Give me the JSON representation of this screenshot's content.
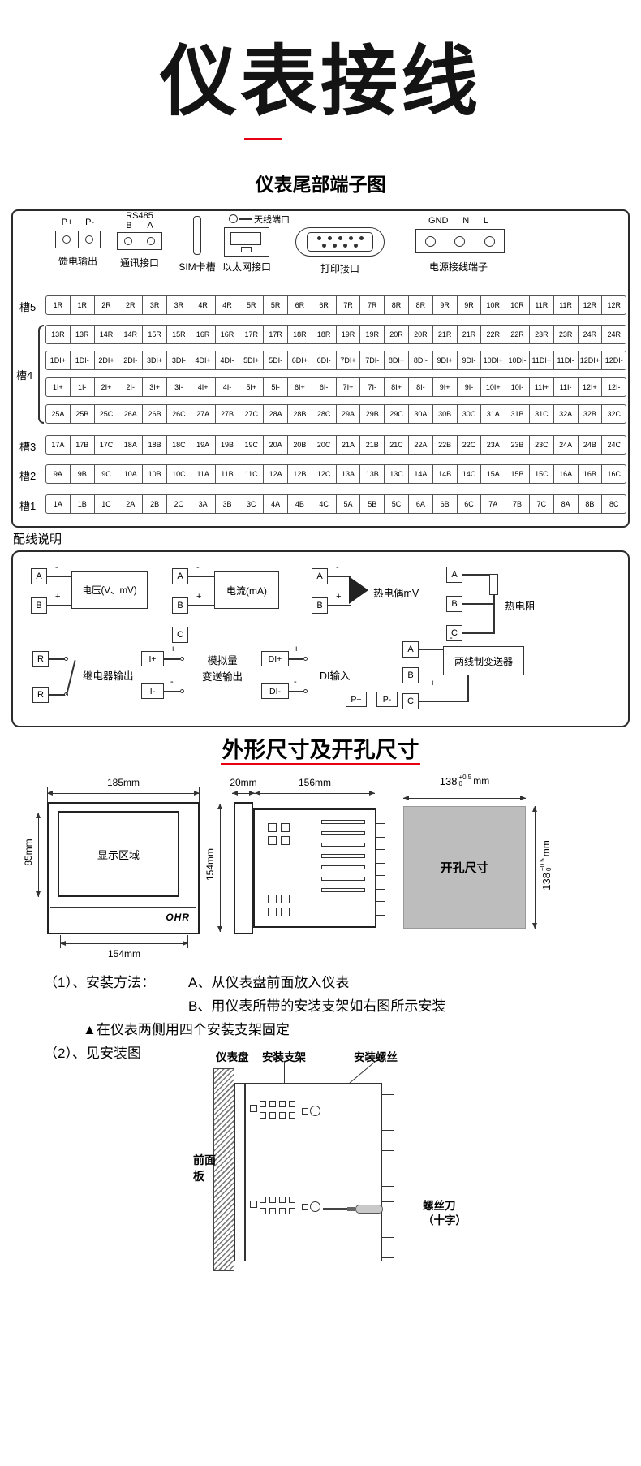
{
  "page": {
    "title": "仪表接线",
    "terminal_section_title": "仪表尾部端子图",
    "wiring_section_label": "配线说明",
    "dimensions_section_title": "外形尺寸及开孔尺寸"
  },
  "colors": {
    "accent_red": "#e60012"
  },
  "connectors": {
    "feed": {
      "pin1": "P+",
      "pin2": "P-",
      "label": "馈电输出"
    },
    "comm": {
      "title": "RS485",
      "pin1": "B",
      "pin2": "A",
      "label": "通讯接口"
    },
    "sim": {
      "label": "SIM卡槽"
    },
    "ethernet": {
      "antenna_label": "天线端口",
      "label": "以太网接口"
    },
    "printer": {
      "label": "打印接口"
    },
    "power": {
      "pin1": "GND",
      "pin2": "N",
      "pin3": "L",
      "label": "电源接线端子"
    }
  },
  "slots": {
    "labels": [
      "槽5",
      "槽4",
      "槽3",
      "槽2",
      "槽1"
    ]
  },
  "terminal_rows": [
    {
      "cells": [
        "1R",
        "1R",
        "2R",
        "2R",
        "3R",
        "3R",
        "4R",
        "4R",
        "5R",
        "5R",
        "6R",
        "6R",
        "7R",
        "7R",
        "8R",
        "8R",
        "9R",
        "9R",
        "10R",
        "10R",
        "11R",
        "11R",
        "12R",
        "12R"
      ]
    },
    {
      "cells": [
        "13R",
        "13R",
        "14R",
        "14R",
        "15R",
        "15R",
        "16R",
        "16R",
        "17R",
        "17R",
        "18R",
        "18R",
        "19R",
        "19R",
        "20R",
        "20R",
        "21R",
        "21R",
        "22R",
        "22R",
        "23R",
        "23R",
        "24R",
        "24R"
      ]
    },
    {
      "cells": [
        "1DI+",
        "1DI-",
        "2DI+",
        "2DI-",
        "3DI+",
        "3DI-",
        "4DI+",
        "4DI-",
        "5DI+",
        "5DI-",
        "6DI+",
        "6DI-",
        "7DI+",
        "7DI-",
        "8DI+",
        "8DI-",
        "9DI+",
        "9DI-",
        "10DI+",
        "10DI-",
        "11DI+",
        "11DI-",
        "12DI+",
        "12DI-"
      ]
    },
    {
      "cells": [
        "1I+",
        "1I-",
        "2I+",
        "2I-",
        "3I+",
        "3I-",
        "4I+",
        "4I-",
        "5I+",
        "5I-",
        "6I+",
        "6I-",
        "7I+",
        "7I-",
        "8I+",
        "8I-",
        "9I+",
        "9I-",
        "10I+",
        "10I-",
        "11I+",
        "11I-",
        "12I+",
        "12I-"
      ]
    },
    {
      "cells": [
        "25A",
        "25B",
        "25C",
        "26A",
        "26B",
        "26C",
        "27A",
        "27B",
        "27C",
        "28A",
        "28B",
        "28C",
        "29A",
        "29B",
        "29C",
        "30A",
        "30B",
        "30C",
        "31A",
        "31B",
        "31C",
        "32A",
        "32B",
        "32C"
      ]
    },
    {
      "cells": [
        "17A",
        "17B",
        "17C",
        "18A",
        "18B",
        "18C",
        "19A",
        "19B",
        "19C",
        "20A",
        "20B",
        "20C",
        "21A",
        "21B",
        "21C",
        "22A",
        "22B",
        "22C",
        "23A",
        "23B",
        "23C",
        "24A",
        "24B",
        "24C"
      ]
    },
    {
      "cells": [
        "9A",
        "9B",
        "9C",
        "10A",
        "10B",
        "10C",
        "11A",
        "11B",
        "11C",
        "12A",
        "12B",
        "12C",
        "13A",
        "13B",
        "13C",
        "14A",
        "14B",
        "14C",
        "15A",
        "15B",
        "15C",
        "16A",
        "16B",
        "16C"
      ]
    },
    {
      "cells": [
        "1A",
        "1B",
        "1C",
        "2A",
        "2B",
        "2C",
        "3A",
        "3B",
        "3C",
        "4A",
        "4B",
        "4C",
        "5A",
        "5B",
        "5C",
        "6A",
        "6B",
        "6C",
        "7A",
        "7B",
        "7C",
        "8A",
        "8B",
        "8C"
      ]
    }
  ],
  "wiring": {
    "voltage": {
      "t1": "A",
      "t2": "B",
      "minus": "-",
      "plus": "+",
      "label": "电压(V、mV)"
    },
    "current": {
      "t1": "A",
      "t2": "B",
      "t3": "C",
      "minus": "-",
      "plus": "+",
      "label": "电流(mA)"
    },
    "thermocouple": {
      "t1": "A",
      "t2": "B",
      "minus": "-",
      "plus": "+",
      "label": "热电偶mV"
    },
    "rtd": {
      "t1": "A",
      "t2": "B",
      "t3": "C",
      "label": "热电阻"
    },
    "relay": {
      "t1": "R",
      "t2": "R",
      "label": "继电器输出"
    },
    "analog": {
      "t1": "I+",
      "t2": "I-",
      "plus": "+",
      "minus": "-",
      "label_line1": "模拟量",
      "label_line2": "变送输出"
    },
    "di": {
      "t1": "DI+",
      "t2": "DI-",
      "plus": "+",
      "minus": "-",
      "label": "DI输入"
    },
    "transmitter": {
      "t1": "A",
      "t2": "B",
      "t3": "C",
      "p1": "P+",
      "p2": "P-",
      "minus": "-",
      "plus": "+",
      "label": "两线制变送器"
    }
  },
  "dimensions": {
    "front": {
      "width_top": "185mm",
      "height_left": "85mm",
      "width_bottom": "154mm",
      "display_label": "显示区域",
      "logo": "OHR"
    },
    "side": {
      "bezel_depth": "20mm",
      "body_depth": "156mm",
      "height": "154mm"
    },
    "cutout": {
      "label": "开孔尺寸",
      "width_value": "138",
      "tol_plus": "+0.5",
      "tol_minus": "0",
      "unit": "mm",
      "height_value": "138"
    }
  },
  "install": {
    "step1_label": "（1）、安装方法：",
    "step1_a": "A、从仪表盘前面放入仪表",
    "step1_b": "B、用仪表所带的安装支架如右图所示安装",
    "note": "▲在仪表两侧用四个安装支架固定",
    "step2_label": "（2）、见安装图",
    "diagram": {
      "panel_label": "仪表盘",
      "bracket_label": "安装支架",
      "screw_label": "安装螺丝",
      "front_panel_label": "前面板",
      "screwdriver_label_line1": "螺丝刀",
      "screwdriver_label_line2": "（十字）"
    }
  }
}
